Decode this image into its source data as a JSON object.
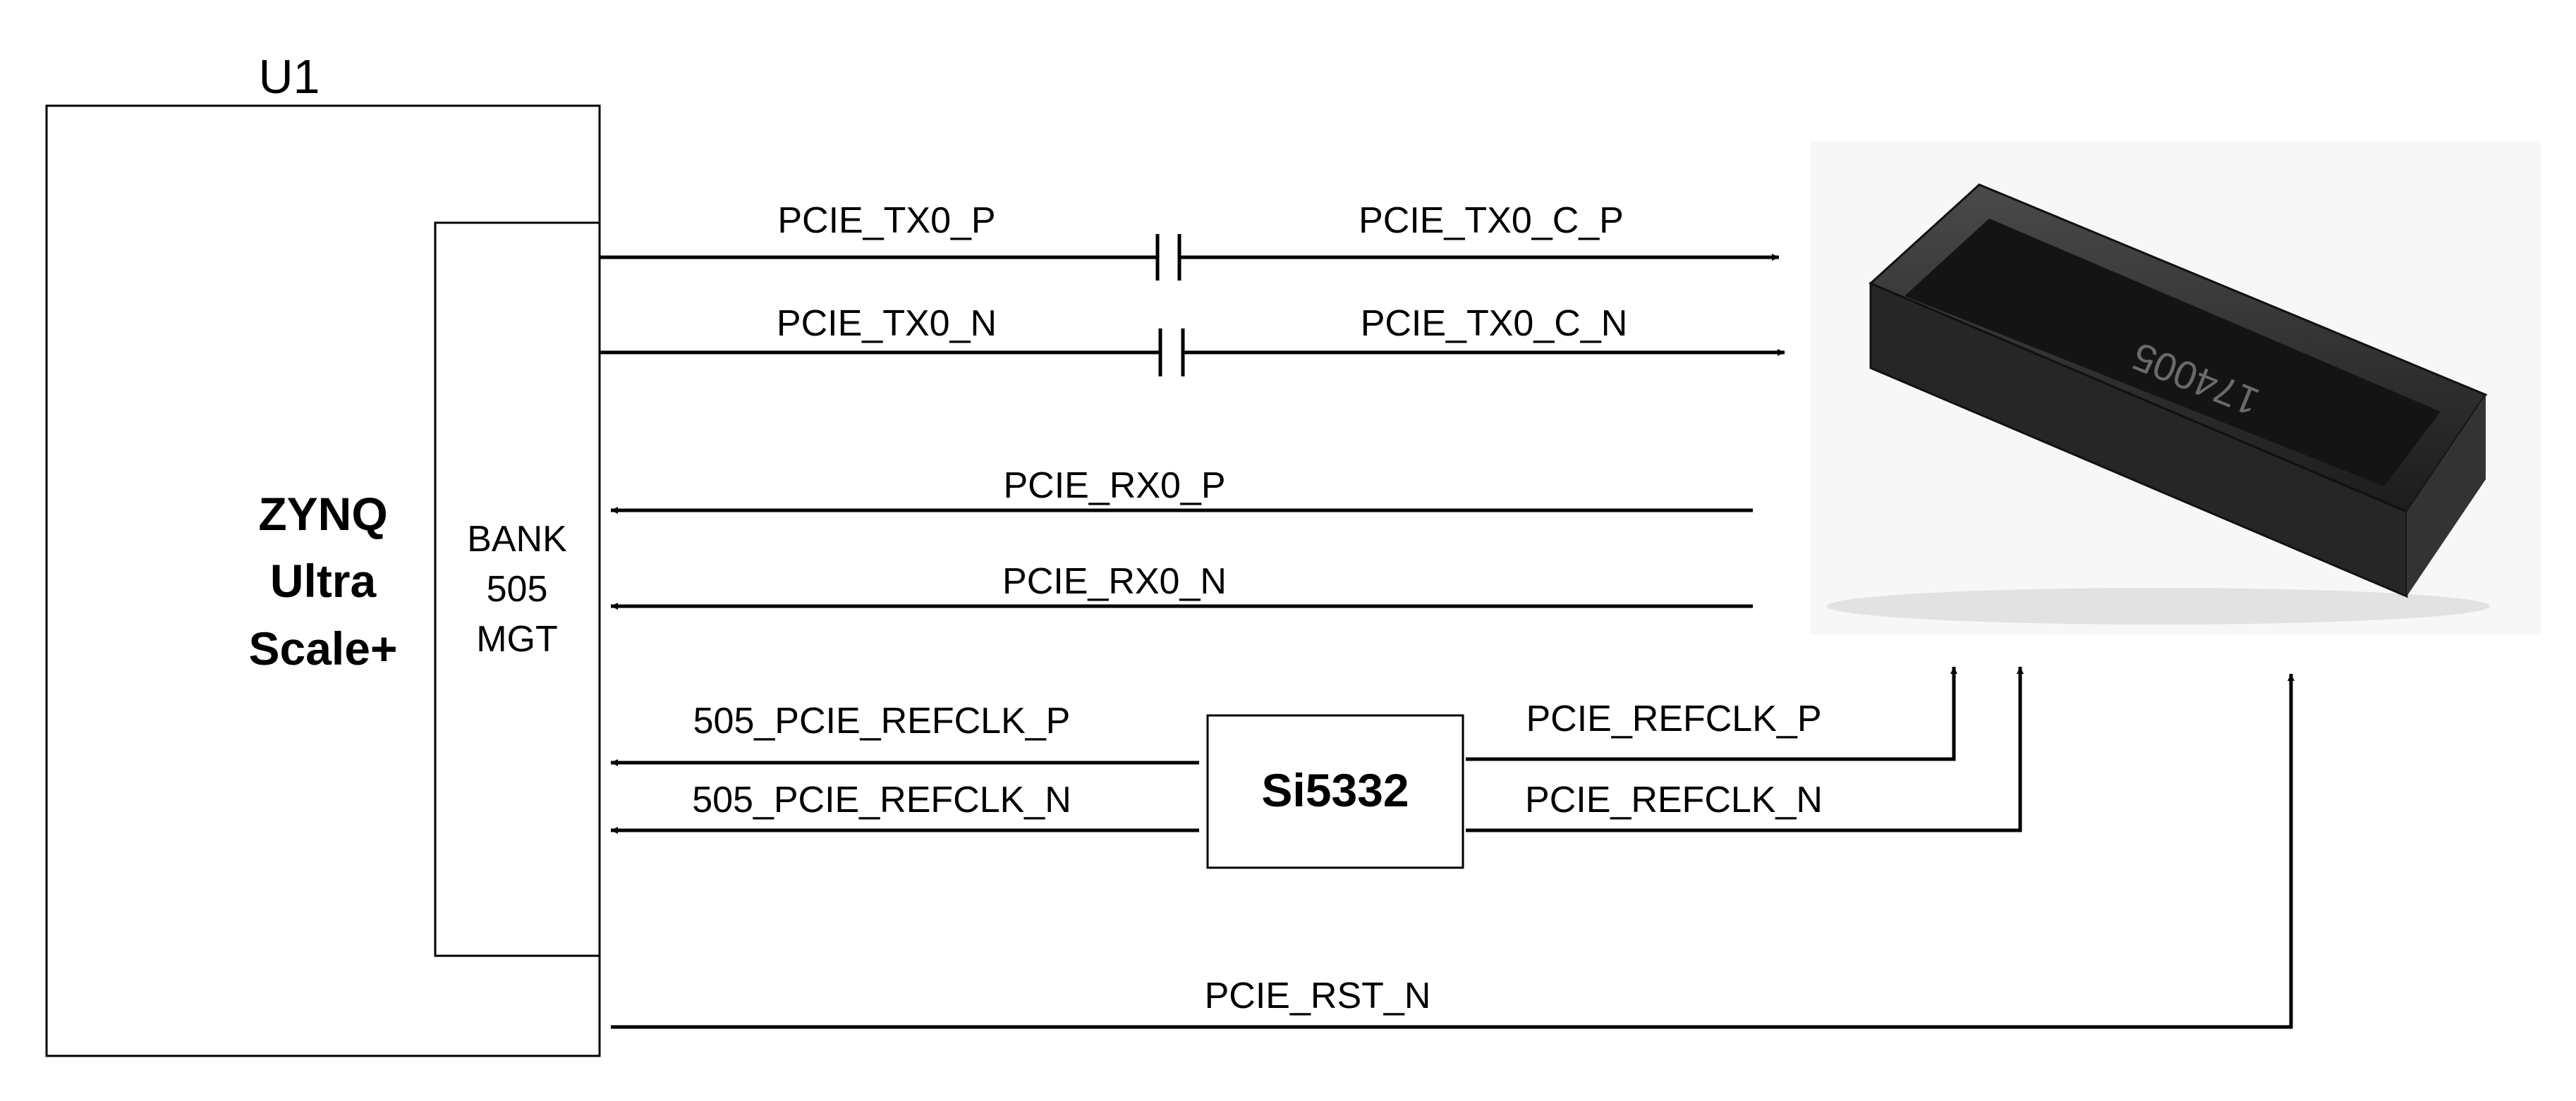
{
  "refdes": "U1",
  "fpga": {
    "line1": "ZYNQ",
    "line2": "Ultra",
    "line3": "Scale+"
  },
  "bank": {
    "line1": "BANK",
    "line2": "505",
    "line3": "MGT"
  },
  "clock_chip": "Si5332",
  "signals": {
    "tx0_p": "PCIE_TX0_P",
    "tx0_c_p": "PCIE_TX0_C_P",
    "tx0_n": "PCIE_TX0_N",
    "tx0_c_n": "PCIE_TX0_C_N",
    "rx0_p": "PCIE_RX0_P",
    "rx0_n": "PCIE_RX0_N",
    "refclk505_p": "505_PCIE_REFCLK_P",
    "refclk505_n": "505_PCIE_REFCLK_N",
    "refclk_p": "PCIE_REFCLK_P",
    "refclk_n": "PCIE_REFCLK_N",
    "rst_n": "PCIE_RST_N"
  },
  "connector_marking": "174005",
  "colors": {
    "line": "#000000",
    "connector_body": "#2b2b2b",
    "connector_pins": "#c9a24a"
  },
  "icons": {
    "connector": "m2-connector-photo"
  }
}
